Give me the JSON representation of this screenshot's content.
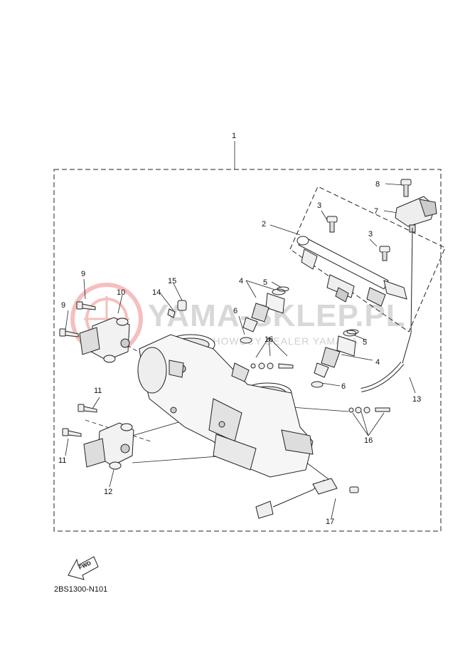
{
  "watermark": {
    "brand": "YAMA-SKLEP.PL",
    "subtitle": "WOJCIECHOWSCY DEALER YAMAHA",
    "logo_color": "#e84a4a",
    "text_color": "#d8d8d8"
  },
  "callouts": {
    "c1": "1",
    "c2": "2",
    "c3a": "3",
    "c3b": "3",
    "c4a": "4",
    "c4b": "4",
    "c5a": "5",
    "c5b": "5",
    "c6a": "6",
    "c6b": "6",
    "c7": "7",
    "c8": "8",
    "c9a": "9",
    "c9b": "9",
    "c10": "10",
    "c11a": "11",
    "c11b": "11",
    "c12": "12",
    "c13": "13",
    "c14": "14",
    "c15": "15",
    "c16a": "16",
    "c16b": "16",
    "c17": "17"
  },
  "fwd_label": "FWD",
  "figure_code": "2BS1300-N101"
}
